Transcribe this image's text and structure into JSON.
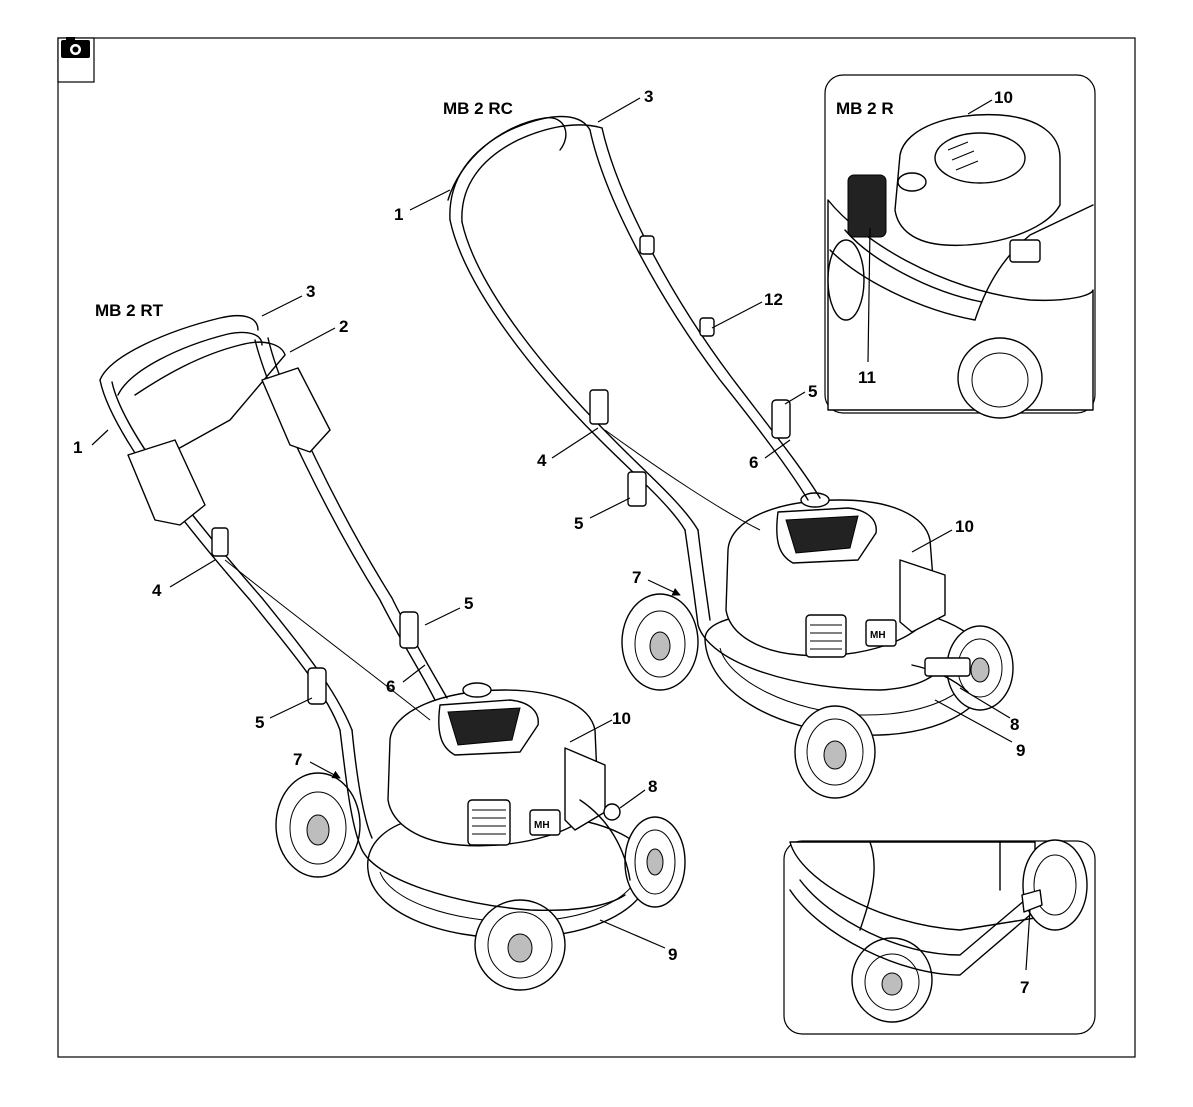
{
  "models": {
    "rt": "MB 2 RT",
    "rc": "MB 2 RC",
    "r": "MB 2 R"
  },
  "icons": {
    "corner": "camera-icon"
  },
  "callouts": {
    "rt": [
      "1",
      "2",
      "3",
      "4",
      "5",
      "5",
      "6",
      "7",
      "8",
      "9",
      "10"
    ],
    "rc": [
      "1",
      "3",
      "12",
      "4",
      "5",
      "5",
      "6",
      "7",
      "8",
      "9",
      "10"
    ],
    "r": [
      "10",
      "11"
    ],
    "detail": [
      "7"
    ]
  },
  "decal": "MH"
}
